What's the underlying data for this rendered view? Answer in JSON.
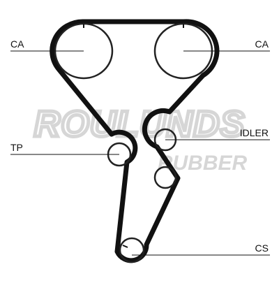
{
  "labels": {
    "camshaft_left": "CA",
    "camshaft_right": "CA",
    "tensioner": "TP",
    "idler": "IDLER",
    "crankshaft": "CS"
  },
  "watermark": {
    "line1": "ROULUNDS",
    "line2": "RUBBER"
  },
  "colors": {
    "belt": "#111111",
    "pulley_stroke": "#222222",
    "label_line": "#111111",
    "watermark": "#d6d6d6",
    "background": "#ffffff"
  }
}
